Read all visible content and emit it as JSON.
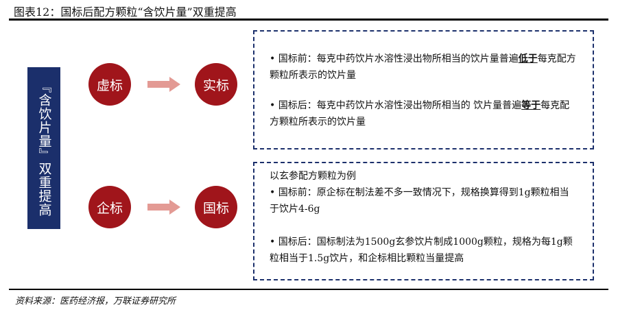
{
  "title": "图表12：国标后配方颗粒“含饮片量”双重提高",
  "side_label": "『含饮片量』双重提高",
  "row1": {
    "from": "虚标",
    "to": "实标"
  },
  "row2": {
    "from": "企标",
    "to": "国标"
  },
  "box1": {
    "b1_pre": "• 国标前：每克中药饮片水溶性浸出物所相当的饮片量普遍",
    "b1_em": "低于",
    "b1_post": "每克配方颗粒所表示的饮片量",
    "b2_pre": "• 国标后：每克中药饮片水溶性浸出物所相当的 饮片量普遍",
    "b2_em": "等于",
    "b2_post": "每克配方颗粒所表示的饮片量"
  },
  "box2": {
    "heading": "以玄参配方颗粒为例",
    "b1": "•   国标前：原企标在制法差不多一致情况下，规格换算得到1g颗粒相当于饮片4-6g",
    "b2": "• 国标后：国标制法为1500g玄参饮片制成1000g颗粒，规格为每1g颗粒相当于1.5g饮片，和企标相比颗粒当量提高"
  },
  "source": "资料来源：医药经济报，万联证券研究所",
  "colors": {
    "navy": "#1B2F6B",
    "red": "#A0151B",
    "arrow": "#E39A94"
  }
}
